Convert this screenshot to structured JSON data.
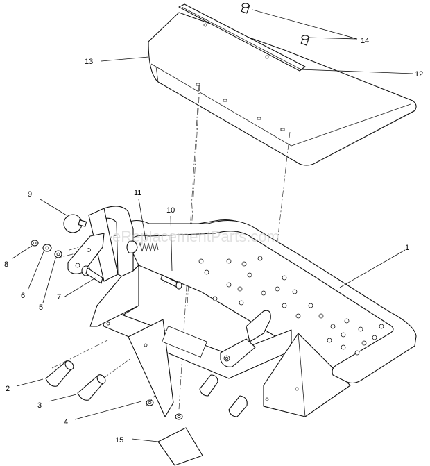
{
  "watermark": "eReplacementParts.com",
  "callouts": [
    "1",
    "2",
    "3",
    "4",
    "5",
    "6",
    "7",
    "8",
    "9",
    "10",
    "11",
    "12",
    "13",
    "14",
    "15"
  ]
}
